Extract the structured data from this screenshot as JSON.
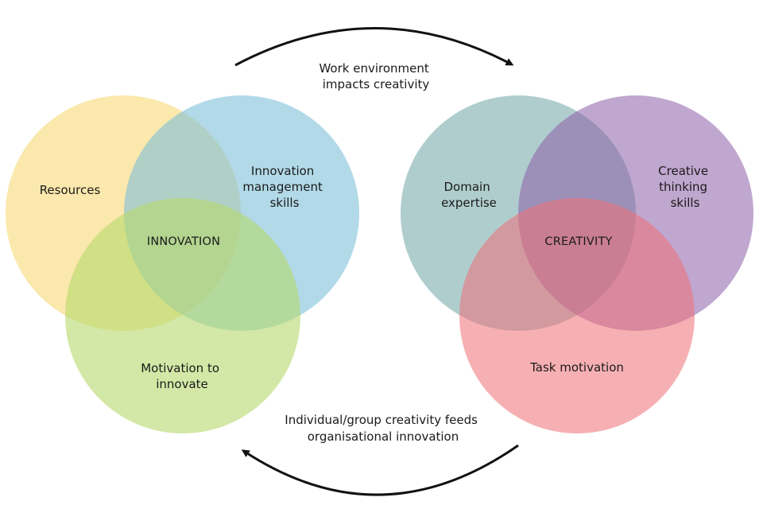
{
  "top_caption": {
    "line1": "Work environment",
    "line2": "impacts creativity"
  },
  "bottom_caption": {
    "line1": "Individual/group creativity feeds",
    "line2": "organisational innovation"
  },
  "innovation": {
    "center": "INNOVATION",
    "resources": "Resources",
    "skills": {
      "line1": "Innovation",
      "line2": "management",
      "line3": "skills"
    },
    "motivation": {
      "line1": "Motivation to",
      "line2": "innovate"
    },
    "colors": {
      "resources": "#f9d877",
      "skills": "#7fc0d8",
      "motivation": "#b6d86a"
    }
  },
  "creativity": {
    "center": "CREATIVITY",
    "expertise": {
      "line1": "Domain",
      "line2": "expertise"
    },
    "thinking": {
      "line1": "Creative",
      "line2": "thinking",
      "line3": "skills"
    },
    "motivation": "Task motivation",
    "colors": {
      "expertise": "#6fa4a6",
      "thinking": "#8c5fa8",
      "motivation": "#ef6f77"
    }
  }
}
